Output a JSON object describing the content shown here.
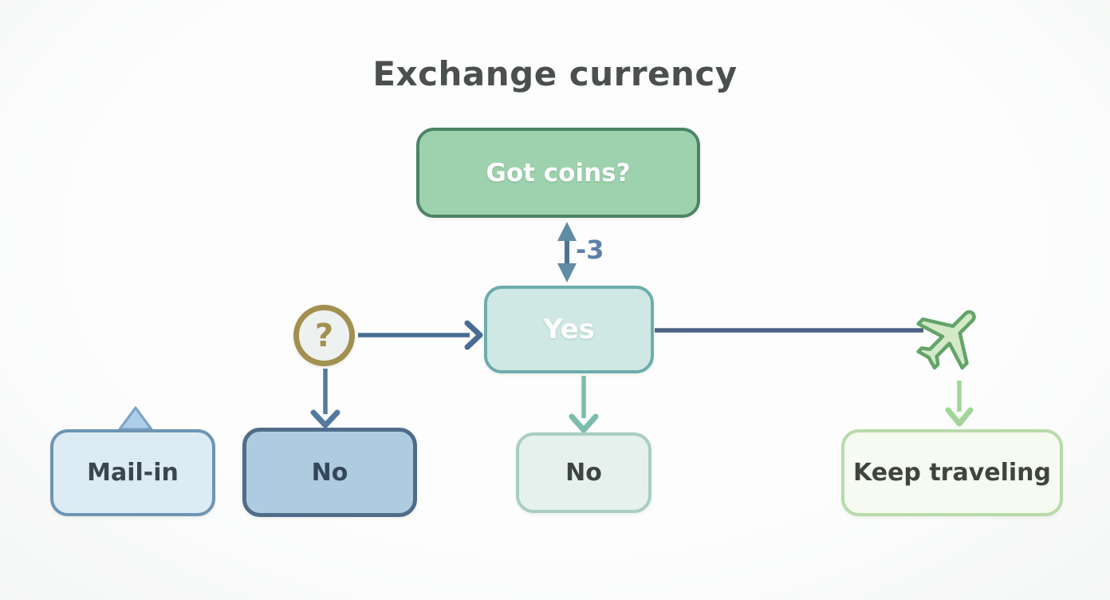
{
  "diagram": {
    "title": "Exchange currency",
    "nodes": {
      "got_coins": {
        "label": "Got coins?"
      },
      "yes": {
        "label": "Yes"
      },
      "mail_in": {
        "label": "Mail-in"
      },
      "no_left": {
        "label": "No"
      },
      "no_center": {
        "label": "No"
      },
      "keep_traveling": {
        "label": "Keep traveling"
      }
    },
    "edge_labels": {
      "exchange_cost": "-3",
      "decision_mark": "?"
    },
    "icons": {
      "plane": "airplane-icon",
      "question": "question-mark-icon"
    }
  },
  "colors": {
    "background": "#fafbfa",
    "title_text": "#4b504e",
    "green_node_fill": "#9ed2ae",
    "green_node_border": "#4c8465",
    "teal_node_fill": "#cfe8e3",
    "teal_node_border": "#6cadab",
    "light_blue_node_fill": "#dcebf4",
    "light_blue_node_border": "#6e95b2",
    "blue_node_fill": "#aecbe0",
    "blue_node_border": "#4f6d89",
    "pale_teal_node_fill": "#e6f1ed",
    "pale_teal_node_border": "#a9cdc4",
    "pale_green_node_fill": "#f7faf0",
    "pale_green_node_border": "#b7dbaa",
    "slate_arrow": "#4d7293",
    "teal_arrow": "#7cbcad",
    "green_arrow": "#a3d59b",
    "gold_accent": "#a29050",
    "cost_label_text": "#5b80ab",
    "plane_fill": "#d3e9c8",
    "plane_stroke": "#63a468"
  }
}
